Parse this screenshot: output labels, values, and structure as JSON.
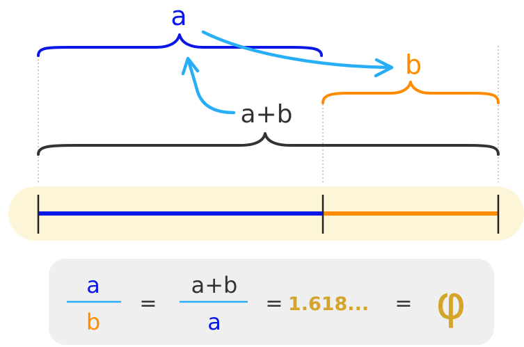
{
  "diagram": {
    "labels": {
      "a": "a",
      "b": "b",
      "a_plus_b": "a+b"
    },
    "equation": {
      "frac1_num": "a",
      "frac1_den": "b",
      "eq1": "=",
      "frac2_num": "a+b",
      "frac2_den": "a",
      "eq2": "=",
      "value": "1.618...",
      "eq3": "=",
      "phi": "φ"
    },
    "colors": {
      "a": "#0b17e6",
      "b": "#ff8c00",
      "total": "#333333",
      "arrow": "#27aef7",
      "band": "#fdf5d8",
      "box": "#efefef",
      "value": "#d4a52a"
    }
  }
}
